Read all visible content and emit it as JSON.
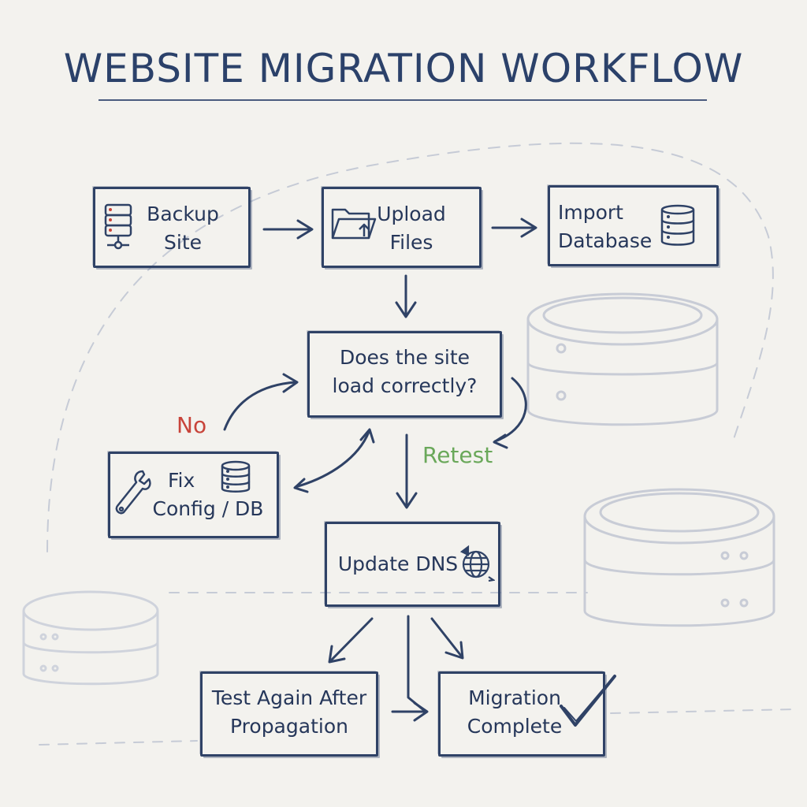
{
  "title": "WEBSITE MIGRATION WORKFLOW",
  "nodes": {
    "backup": {
      "line1": "Backup",
      "line2": "Site",
      "icon": "database-icon"
    },
    "upload": {
      "line1": "Upload",
      "line2": "Files",
      "icon": "folder-upload-icon"
    },
    "import": {
      "line1": "Import",
      "line2": "Database",
      "icon": "database-icon"
    },
    "decision": {
      "line1": "Does the site",
      "line2": "load correctly?"
    },
    "fix": {
      "line1": "Fix",
      "line2": "Config / DB",
      "icons": [
        "wrench-icon",
        "database-icon"
      ]
    },
    "dns": {
      "line1": "Update DNS",
      "icon": "globe-icon"
    },
    "test": {
      "line1": "Test Again After",
      "line2": "Propagation"
    },
    "complete": {
      "line1": "Migration",
      "line2": "Complete",
      "icon": "checkmark-icon"
    }
  },
  "edge_labels": {
    "no": "No",
    "retest": "Retest"
  },
  "colors": {
    "ink": "#2f4266",
    "no": "#c8443a",
    "retest": "#6aa85a",
    "background": "#f3f2ee",
    "faded": "#c3c8d2"
  }
}
